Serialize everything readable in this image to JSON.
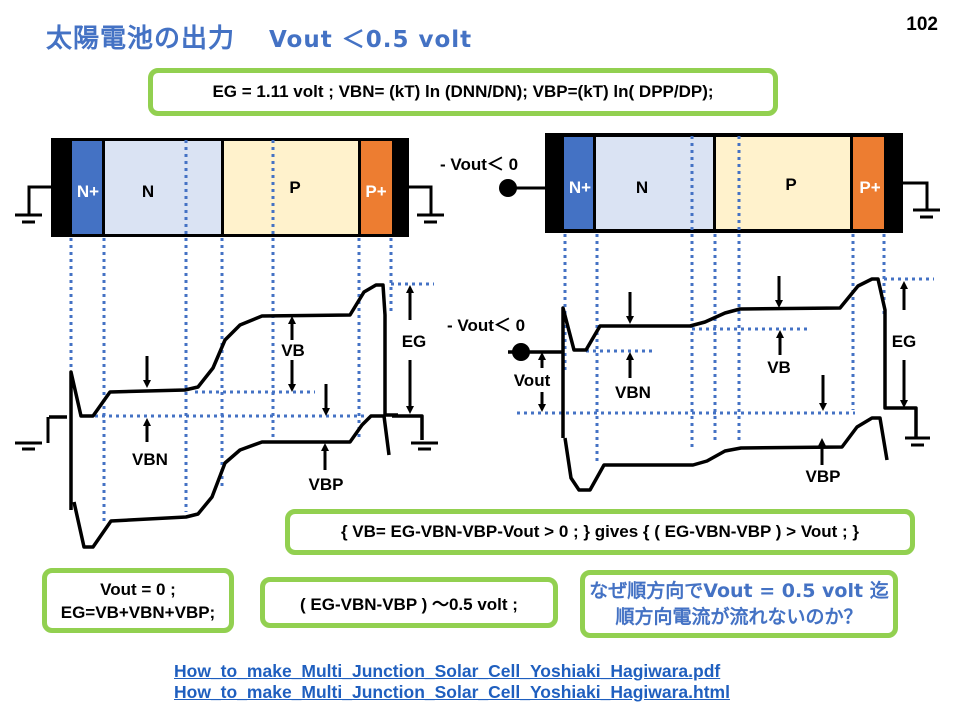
{
  "slide": {
    "title": "太陽電池の出力",
    "title_condition": "Vout ＜0.5 volt",
    "page_number": "102"
  },
  "equation_box": "EG = 1.11 volt ;  VBN= (kT) ln (DNN/DN);  VBP=(kT) ln( DPP/DP);",
  "left_device": {
    "regions": [
      {
        "label": "N+",
        "color": "#4472c4"
      },
      {
        "label": "N",
        "color": "#dae3f3"
      },
      {
        "label": "P",
        "color": "#fff2cc"
      },
      {
        "label": "P+",
        "color": "#ed7d31"
      }
    ],
    "band_labels": {
      "vb": "VB",
      "vbn": "VBN",
      "vbp": "VBP",
      "eg": "EG"
    }
  },
  "right_device": {
    "bias_label_top": "- Vout＜ 0",
    "regions": [
      {
        "label": "N+",
        "color": "#4472c4"
      },
      {
        "label": "N",
        "color": "#dae3f3"
      },
      {
        "label": "P",
        "color": "#fff2cc"
      },
      {
        "label": "P+",
        "color": "#ed7d31"
      }
    ],
    "bias_label_band": "- Vout＜ 0",
    "band_labels": {
      "vout": "Vout",
      "vb": "VB",
      "vbn": "VBN",
      "vbp": "VBP",
      "eg": "EG"
    }
  },
  "condition_box": "{ VB= EG-VBN-VBP-Vout > 0 ; }  gives  { ( EG-VBN-VBP ) > Vout  ; }",
  "vout_zero_box": {
    "line1": "Vout = 0 ;",
    "line2": "EG=VB+VBN+VBP;"
  },
  "approx_box": "( EG-VBN-VBP ) ～0.5 volt ;",
  "question_box": {
    "line1": "なぜ順方向でVout = 0.5 volt 迄",
    "line2": "順方向電流が流れないのか？"
  },
  "links": [
    "How_to_make_Multi_Junction_Solar_Cell_Yoshiaki_Hagiwara.pdf",
    "How_to_make_Multi_Junction_Solar_Cell_Yoshiaki_Hagiwara.html"
  ],
  "colors": {
    "title": "#4472c4",
    "box_border": "#92d050",
    "dotted": "#4472c4",
    "link": "#1f5fbf"
  }
}
